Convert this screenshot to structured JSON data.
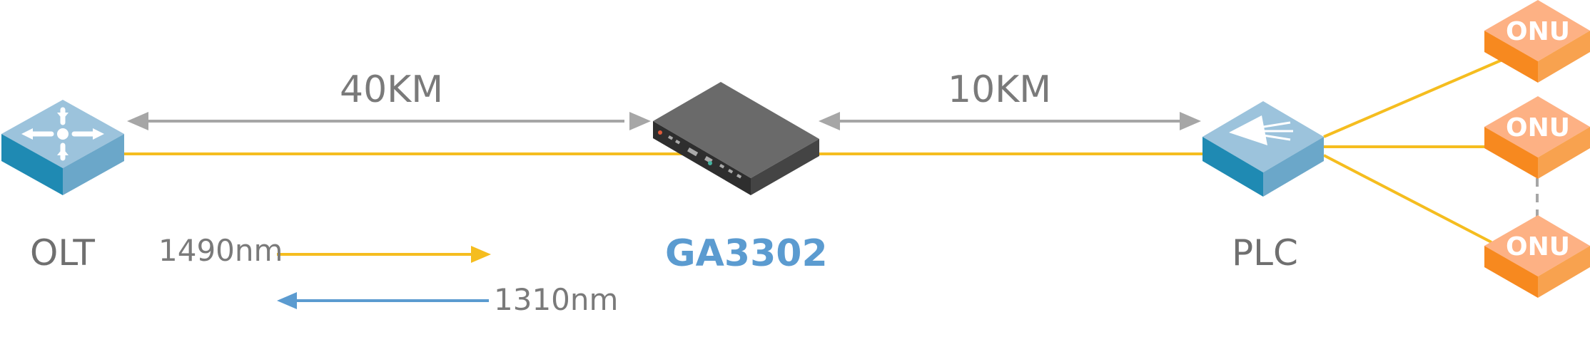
{
  "diagram": {
    "distances": {
      "olt_to_device": "40KM",
      "device_to_plc": "10KM"
    },
    "nodes": {
      "olt": "OLT",
      "device": "GA3302",
      "plc": "PLC",
      "onu": "ONU"
    },
    "wavelengths": {
      "downstream": "1490nm",
      "upstream": "1310nm"
    },
    "colors": {
      "fiber": "#f5bd1f",
      "distance_arrow": "#a6a6a6",
      "upstream_arrow": "#5b9bd0",
      "switch_top": "#9cc3dc",
      "switch_side": "#1f8ab3",
      "onu_top": "#fdb184",
      "onu_side": "#f7891f",
      "device_body": "#555555"
    },
    "icons": [
      "olt-switch-icon",
      "ga3302-device-icon",
      "plc-splitter-icon",
      "onu-box-icon"
    ]
  }
}
